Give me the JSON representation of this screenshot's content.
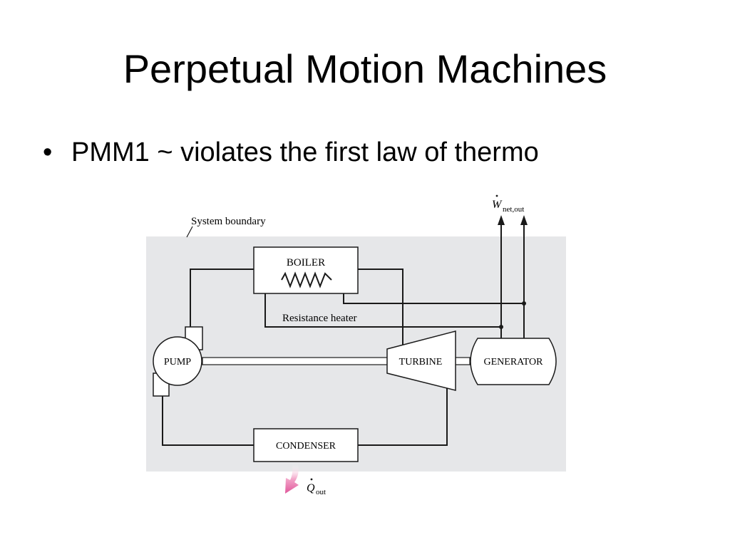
{
  "slide": {
    "title": "Perpetual Motion Machines",
    "bullets": [
      {
        "marker": "•",
        "text": "PMM1 ~ violates the first law of thermo"
      }
    ]
  },
  "diagram": {
    "system_boundary_label": "System boundary",
    "components": {
      "boiler": "BOILER",
      "resistance_heater": "Resistance heater",
      "pump": "PUMP",
      "turbine": "TURBINE",
      "generator": "GENERATOR",
      "condenser": "CONDENSER"
    },
    "work_output": {
      "symbol": "W",
      "subscript": "net,out"
    },
    "heat_output": {
      "symbol": "Q",
      "subscript": "out"
    },
    "colors": {
      "boundary_fill": "#e6e7e9",
      "line": "#1a1a1a",
      "heat_arrow": "#e0569a"
    }
  }
}
